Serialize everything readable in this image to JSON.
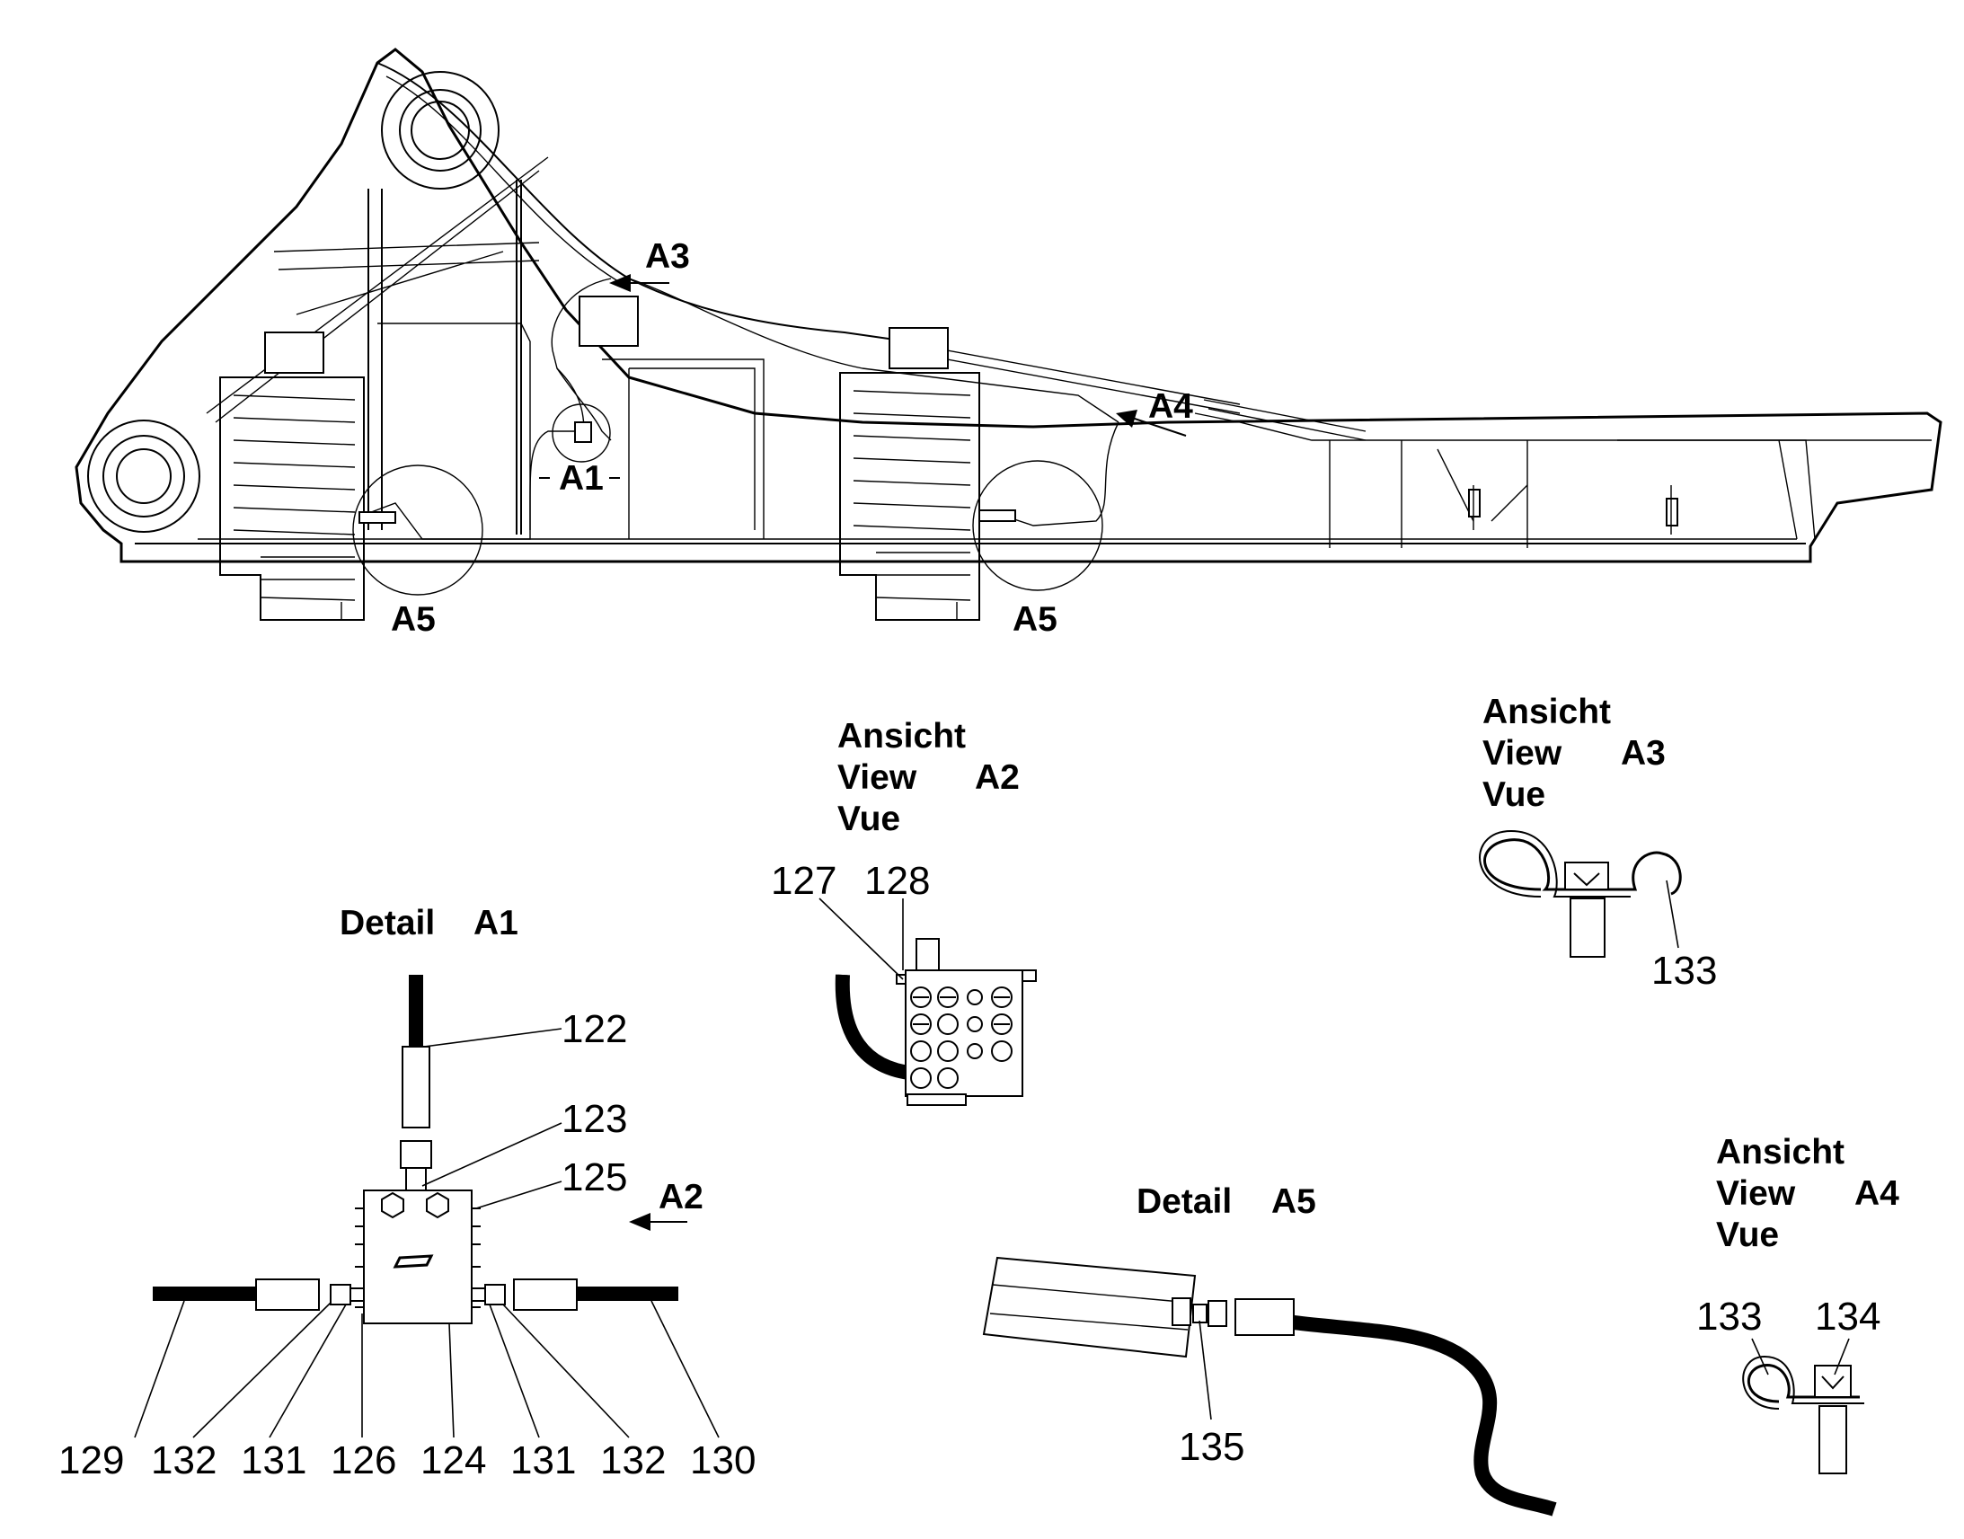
{
  "overview": {
    "view_labels": {
      "a1": "A1",
      "a3": "A3",
      "a4": "A4",
      "a5_left": "A5",
      "a5_right": "A5"
    }
  },
  "detail_a1": {
    "title_word": "Detail",
    "title_ref": "A1",
    "view_arrow_label": "A2",
    "parts": {
      "p122": "122",
      "p123": "123",
      "p125": "125",
      "p129": "129",
      "p132a": "132",
      "p131a": "131",
      "p126": "126",
      "p124": "124",
      "p131b": "131",
      "p132b": "132",
      "p130": "130"
    }
  },
  "view_a2": {
    "line1": "Ansicht",
    "line2": "View",
    "line3": "Vue",
    "ref": "A2",
    "parts": {
      "p127": "127",
      "p128": "128"
    }
  },
  "view_a3": {
    "line1": "Ansicht",
    "line2": "View",
    "line3": "Vue",
    "ref": "A3",
    "parts": {
      "p133": "133"
    }
  },
  "detail_a5": {
    "title_word": "Detail",
    "title_ref": "A5",
    "parts": {
      "p135": "135"
    }
  },
  "view_a4": {
    "line1": "Ansicht",
    "line2": "View",
    "line3": "Vue",
    "ref": "A4",
    "parts": {
      "p133": "133",
      "p134": "134"
    }
  }
}
